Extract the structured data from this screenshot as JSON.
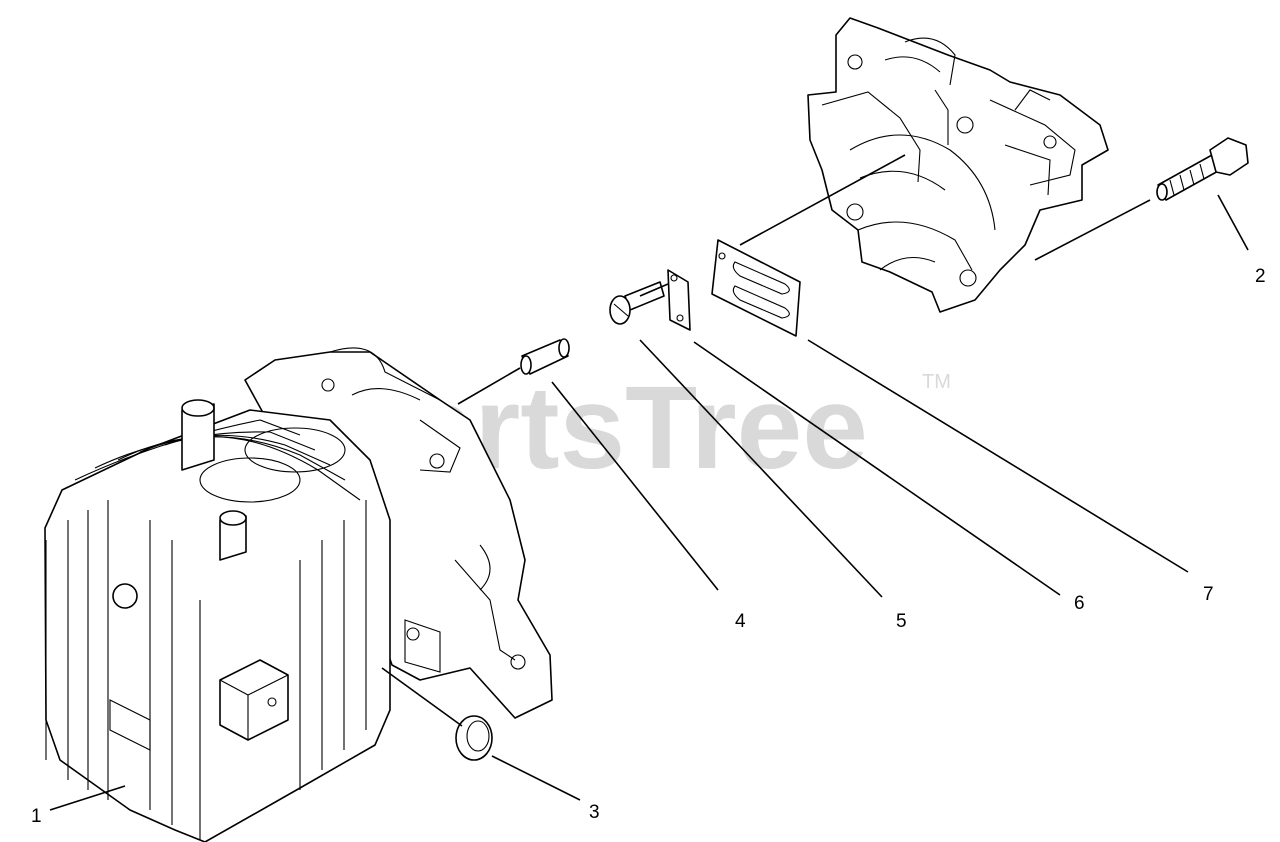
{
  "watermark": {
    "text": "PartsTree",
    "trademark": "TM"
  },
  "callouts": {
    "c1": "1",
    "c2": "2",
    "c3": "3",
    "c4": "4",
    "c5": "5",
    "c6": "6",
    "c7": "7"
  },
  "icons": {
    "cylinder": "engine-cylinder-icon",
    "crankcase": "crankcase-half-icon",
    "bolt": "bolt-icon",
    "pin": "dowel-pin-icon",
    "seal": "seal-ring-icon",
    "screw": "screw-icon",
    "plate": "retainer-plate-icon",
    "gasket": "gasket-icon"
  },
  "colors": {
    "line": "#000000",
    "watermark": "#d9d9d9",
    "background": "#ffffff"
  }
}
